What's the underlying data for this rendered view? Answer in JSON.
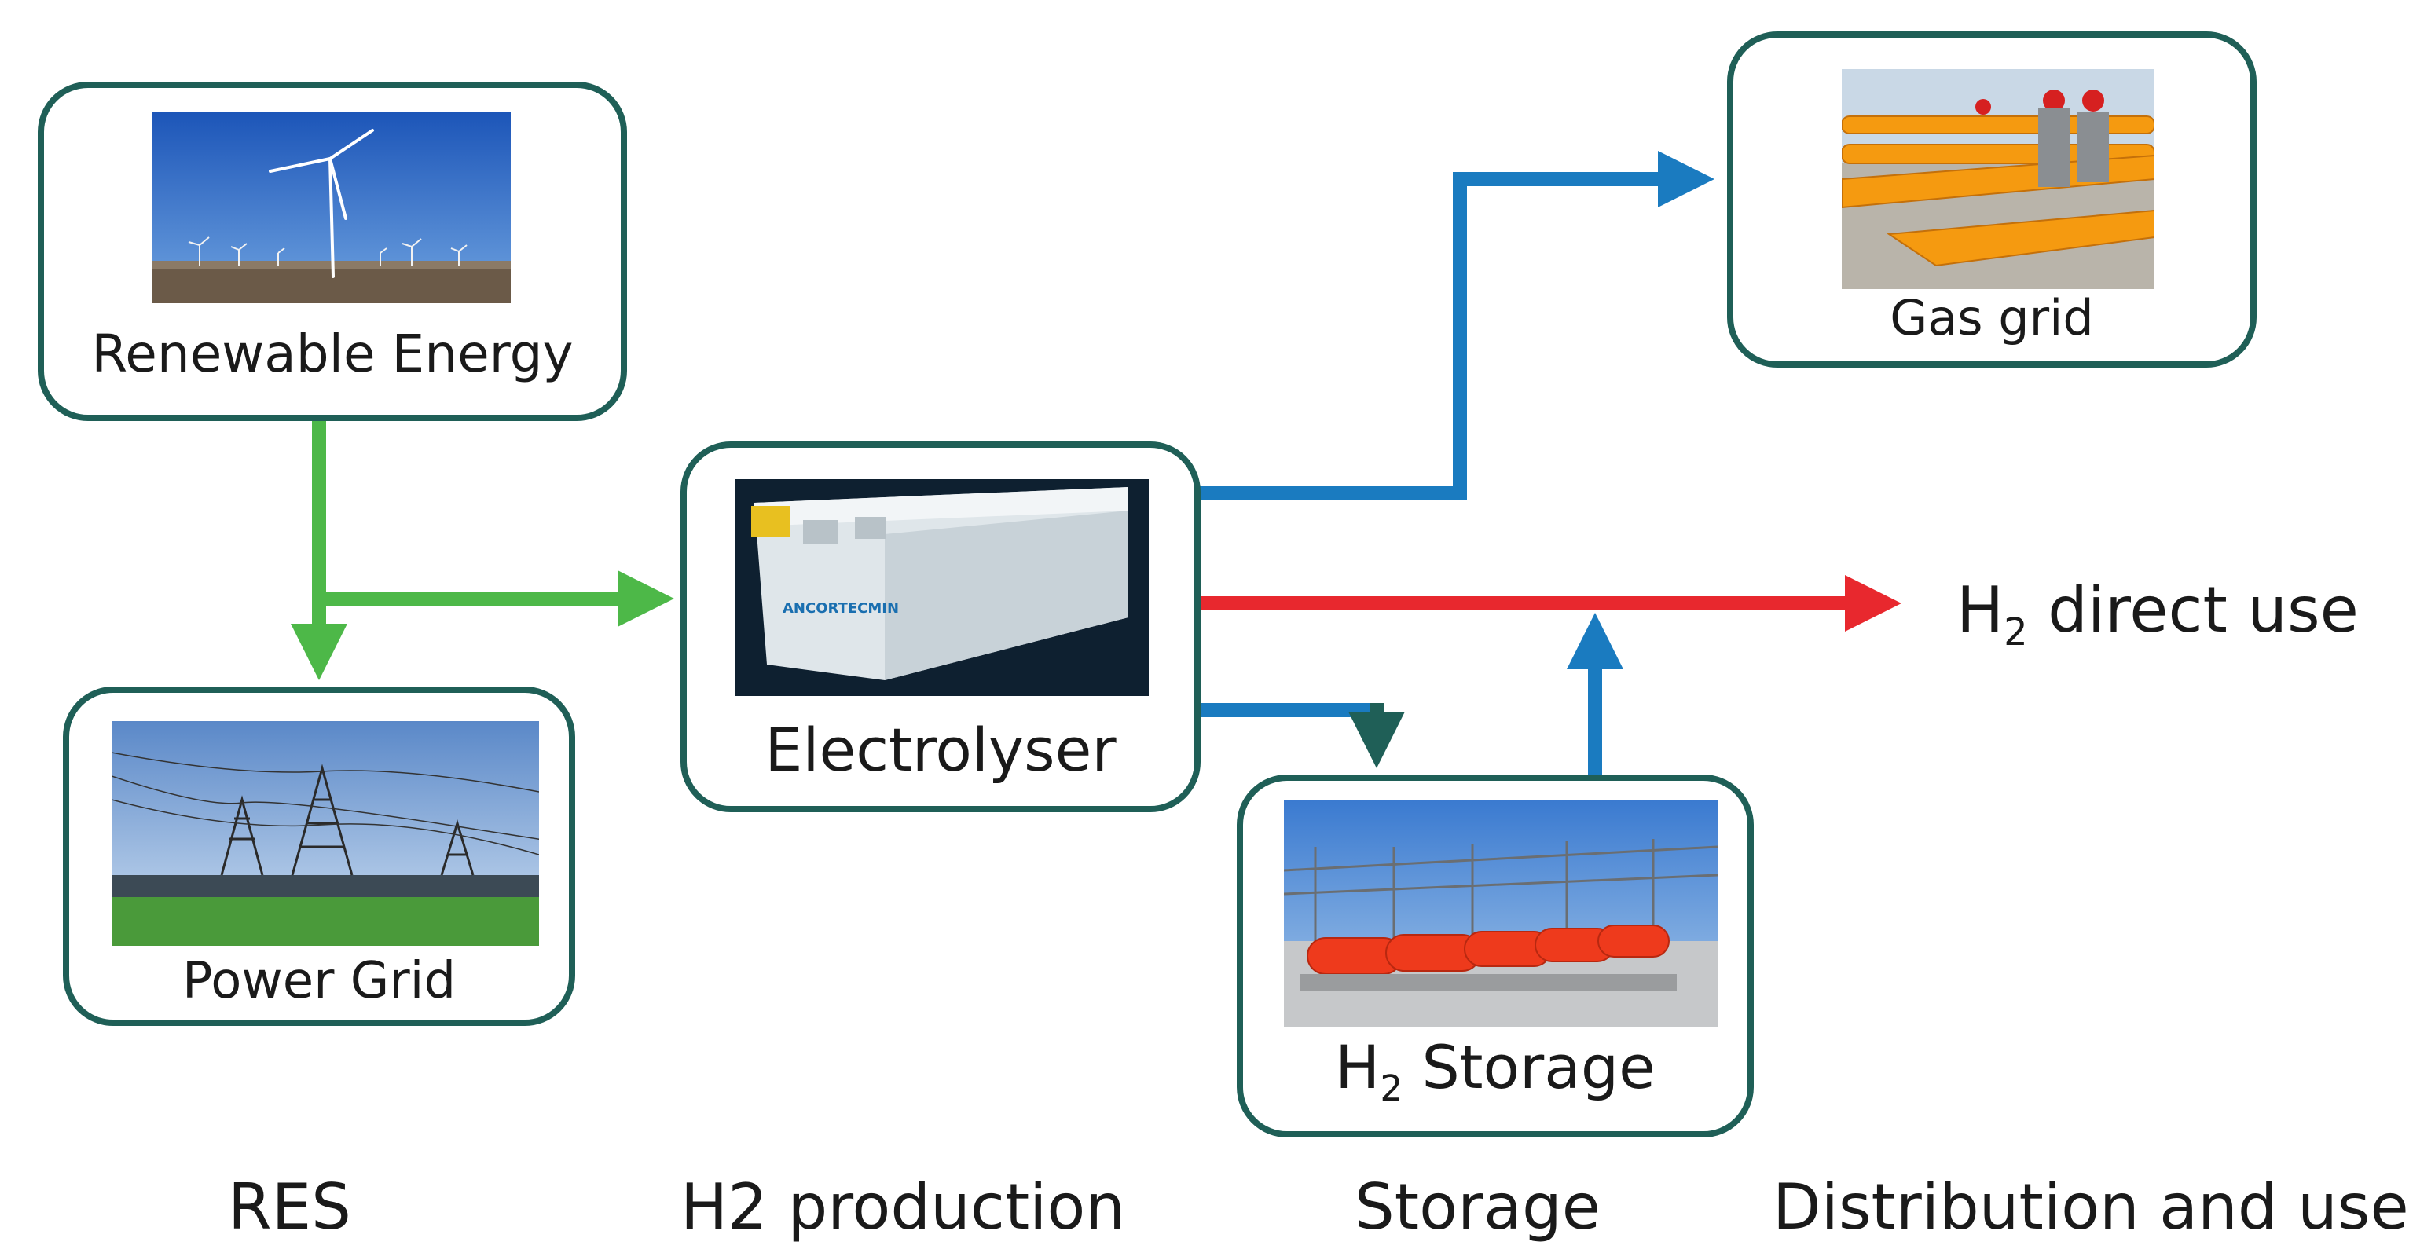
{
  "nodes": {
    "renewable": {
      "label": "Renewable Energy"
    },
    "power_grid": {
      "label": "Power Grid"
    },
    "electrolyser": {
      "label": "Electrolyser",
      "logo_text": "ANCORTECMIN"
    },
    "gas_grid": {
      "label": "Gas grid"
    },
    "storage": {
      "label_prefix": "H",
      "label_sub": "2",
      "label_suffix": " Storage"
    },
    "direct_use": {
      "label_prefix": "H",
      "label_sub": "2",
      "label_suffix": " direct use"
    }
  },
  "stages": [
    "RES",
    "H2 production",
    "Storage",
    "Distribution and use"
  ],
  "colors": {
    "node_border": "#1f5f57",
    "power_flow": "#4db848",
    "gas_flow": "#1a7bc0",
    "direct_flow": "#e8282e",
    "storage_flow": "#1f5f57"
  }
}
